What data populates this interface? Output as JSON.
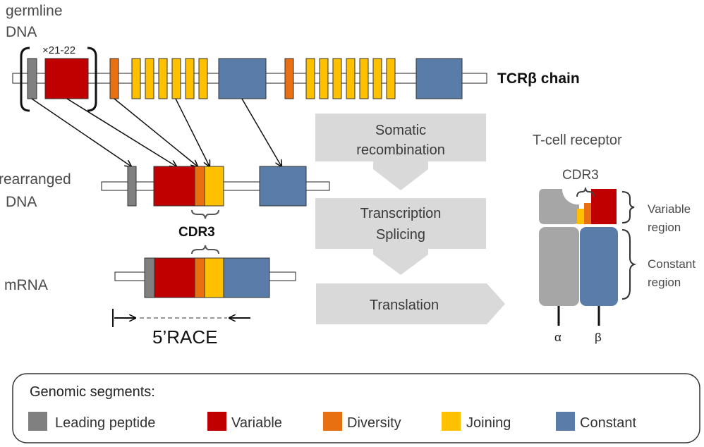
{
  "colors": {
    "leading": "#808080",
    "variable": "#c00000",
    "diversity": "#e97010",
    "joining": "#ffc000",
    "constant": "#5a7ca8",
    "arrow_fill": "#d9d9d9",
    "receptor_grey": "#a6a6a6"
  },
  "labels": {
    "germline_line1": "germline",
    "germline_line2": "DNA",
    "repeat": "×21-22",
    "chain": "TCRβ chain",
    "rearranged_line1": "rearranged",
    "rearranged_line2": "DNA",
    "cdr3_bold": "CDR3",
    "mrna": "mRNA",
    "race": "5’RACE",
    "tcell_receptor": "T-cell receptor",
    "cdr3_receptor": "CDR3",
    "variable_region_line1": "Variable",
    "variable_region_line2": "region",
    "constant_region_line1": "Constant",
    "constant_region_line2": "region",
    "alpha": "α",
    "beta": "β"
  },
  "steps": {
    "somatic_line1": "Somatic",
    "somatic_line2": "recombination",
    "transcription_line1": "Transcription",
    "transcription_line2": "Splicing",
    "translation": "Translation"
  },
  "legend": {
    "title": "Genomic segments:",
    "items": [
      {
        "label": "Leading peptide",
        "color": "#808080"
      },
      {
        "label": "Variable",
        "color": "#c00000"
      },
      {
        "label": "Diversity",
        "color": "#e97010"
      },
      {
        "label": "Joining",
        "color": "#ffc000"
      },
      {
        "label": "Constant",
        "color": "#5a7ca8"
      }
    ]
  }
}
